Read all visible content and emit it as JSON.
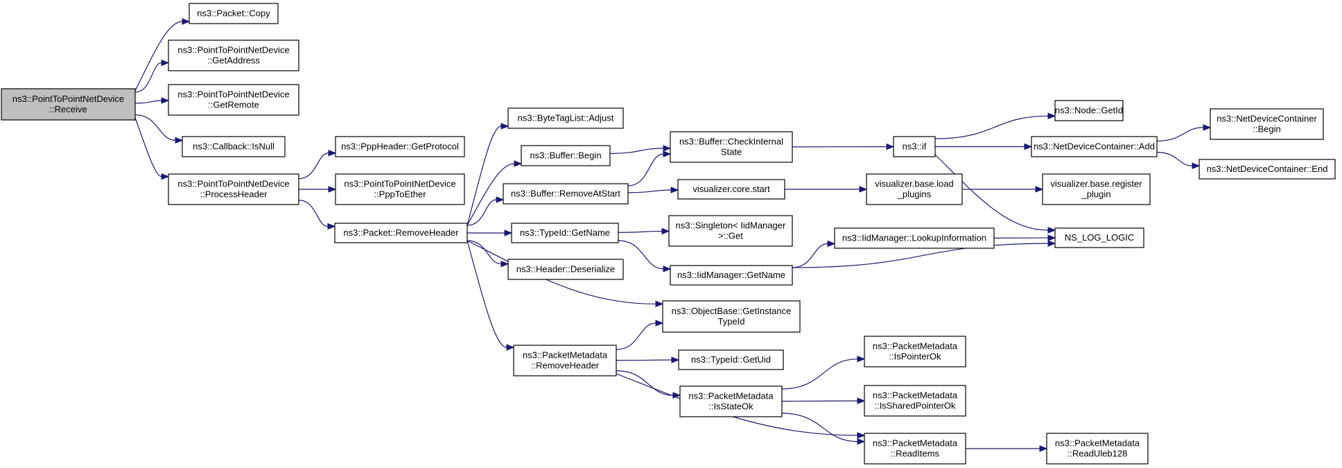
{
  "graph": {
    "colors": {
      "edge": "#191970",
      "root_fill": "#bfbfbf",
      "node_fill": "#ffffff",
      "node_border": "#000000"
    },
    "nodes": [
      {
        "id": "receive",
        "lines": [
          "ns3::PointToPointNetDevice",
          "::Receive"
        ],
        "root": true
      },
      {
        "id": "copy",
        "lines": [
          "ns3::Packet::Copy"
        ]
      },
      {
        "id": "getaddress",
        "lines": [
          "ns3::PointToPointNetDevice",
          "::GetAddress"
        ]
      },
      {
        "id": "getremote",
        "lines": [
          "ns3::PointToPointNetDevice",
          "::GetRemote"
        ]
      },
      {
        "id": "isnull",
        "lines": [
          "ns3::Callback::IsNull"
        ]
      },
      {
        "id": "processheader",
        "lines": [
          "ns3::PointToPointNetDevice",
          "::ProcessHeader"
        ]
      },
      {
        "id": "getprotocol",
        "lines": [
          "ns3::PppHeader::GetProtocol"
        ]
      },
      {
        "id": "ppptoether",
        "lines": [
          "ns3::PointToPointNetDevice",
          "::PppToEther"
        ]
      },
      {
        "id": "removeheader",
        "lines": [
          "ns3::Packet::RemoveHeader"
        ]
      },
      {
        "id": "adjust",
        "lines": [
          "ns3::ByteTagList::Adjust"
        ]
      },
      {
        "id": "begin",
        "lines": [
          "ns3::Buffer::Begin"
        ]
      },
      {
        "id": "removeatstart",
        "lines": [
          "ns3::Buffer::RemoveAtStart"
        ]
      },
      {
        "id": "typeidgetname",
        "lines": [
          "ns3::TypeId::GetName"
        ]
      },
      {
        "id": "deserialize",
        "lines": [
          "ns3::Header::Deserialize"
        ]
      },
      {
        "id": "pmremoveheader",
        "lines": [
          "ns3::PacketMetadata",
          "::RemoveHeader"
        ]
      },
      {
        "id": "checkinternal",
        "lines": [
          "ns3::Buffer::CheckInternal",
          "State"
        ]
      },
      {
        "id": "vcorestart",
        "lines": [
          "visualizer.core.start"
        ]
      },
      {
        "id": "singletonget",
        "lines": [
          "ns3::Singleton< IidManager",
          " >::Get"
        ]
      },
      {
        "id": "iidgetname",
        "lines": [
          "ns3::IidManager::GetName"
        ]
      },
      {
        "id": "getinstancetypeid",
        "lines": [
          "ns3::ObjectBase::GetInstance",
          "TypeId"
        ]
      },
      {
        "id": "getuid",
        "lines": [
          "ns3::TypeId::GetUid"
        ]
      },
      {
        "id": "isstateok",
        "lines": [
          "ns3::PacketMetadata",
          "::IsStateOk"
        ]
      },
      {
        "id": "nsif",
        "lines": [
          "ns3::if"
        ]
      },
      {
        "id": "loadplugins",
        "lines": [
          "visualizer.base.load",
          "_plugins"
        ]
      },
      {
        "id": "lookupinfo",
        "lines": [
          "ns3::IidManager::LookupInformation"
        ]
      },
      {
        "id": "ispointerok",
        "lines": [
          "ns3::PacketMetadata",
          "::IsPointerOk"
        ]
      },
      {
        "id": "issharedpointerok",
        "lines": [
          "ns3::PacketMetadata",
          "::IsSharedPointerOk"
        ]
      },
      {
        "id": "readitems",
        "lines": [
          "ns3::PacketMetadata",
          "::ReadItems"
        ]
      },
      {
        "id": "nodegetid",
        "lines": [
          "ns3::Node::GetId"
        ]
      },
      {
        "id": "ndcadd",
        "lines": [
          "ns3::NetDeviceContainer::Add"
        ]
      },
      {
        "id": "registerplugin",
        "lines": [
          "visualizer.base.register",
          "_plugin"
        ]
      },
      {
        "id": "nslog",
        "lines": [
          "NS_LOG_LOGIC"
        ]
      },
      {
        "id": "readuleb",
        "lines": [
          "ns3::PacketMetadata",
          "::ReadUleb128"
        ]
      },
      {
        "id": "ndcbegin",
        "lines": [
          "ns3::NetDeviceContainer",
          "::Begin"
        ]
      },
      {
        "id": "ndcend",
        "lines": [
          "ns3::NetDeviceContainer::End"
        ]
      }
    ],
    "edges": [
      [
        "receive",
        "copy"
      ],
      [
        "receive",
        "getaddress"
      ],
      [
        "receive",
        "getremote"
      ],
      [
        "receive",
        "isnull"
      ],
      [
        "receive",
        "processheader"
      ],
      [
        "processheader",
        "getprotocol"
      ],
      [
        "processheader",
        "ppptoether"
      ],
      [
        "processheader",
        "removeheader"
      ],
      [
        "removeheader",
        "adjust"
      ],
      [
        "removeheader",
        "begin"
      ],
      [
        "removeheader",
        "removeatstart"
      ],
      [
        "removeheader",
        "typeidgetname"
      ],
      [
        "removeheader",
        "deserialize"
      ],
      [
        "removeheader",
        "getinstancetypeid"
      ],
      [
        "removeheader",
        "pmremoveheader"
      ],
      [
        "begin",
        "checkinternal"
      ],
      [
        "removeatstart",
        "checkinternal"
      ],
      [
        "removeatstart",
        "vcorestart"
      ],
      [
        "typeidgetname",
        "singletonget"
      ],
      [
        "typeidgetname",
        "iidgetname"
      ],
      [
        "pmremoveheader",
        "getinstancetypeid"
      ],
      [
        "pmremoveheader",
        "getuid"
      ],
      [
        "pmremoveheader",
        "isstateok"
      ],
      [
        "pmremoveheader",
        "readitems"
      ],
      [
        "checkinternal",
        "nsif"
      ],
      [
        "vcorestart",
        "loadplugins"
      ],
      [
        "iidgetname",
        "lookupinfo"
      ],
      [
        "iidgetname",
        "nslog"
      ],
      [
        "isstateok",
        "ispointerok"
      ],
      [
        "isstateok",
        "issharedpointerok"
      ],
      [
        "isstateok",
        "readitems"
      ],
      [
        "nsif",
        "nodegetid"
      ],
      [
        "nsif",
        "ndcadd"
      ],
      [
        "nsif",
        "nslog"
      ],
      [
        "loadplugins",
        "registerplugin"
      ],
      [
        "lookupinfo",
        "nslog"
      ],
      [
        "readitems",
        "readuleb"
      ],
      [
        "ndcadd",
        "ndcbegin"
      ],
      [
        "ndcadd",
        "ndcend"
      ]
    ]
  }
}
